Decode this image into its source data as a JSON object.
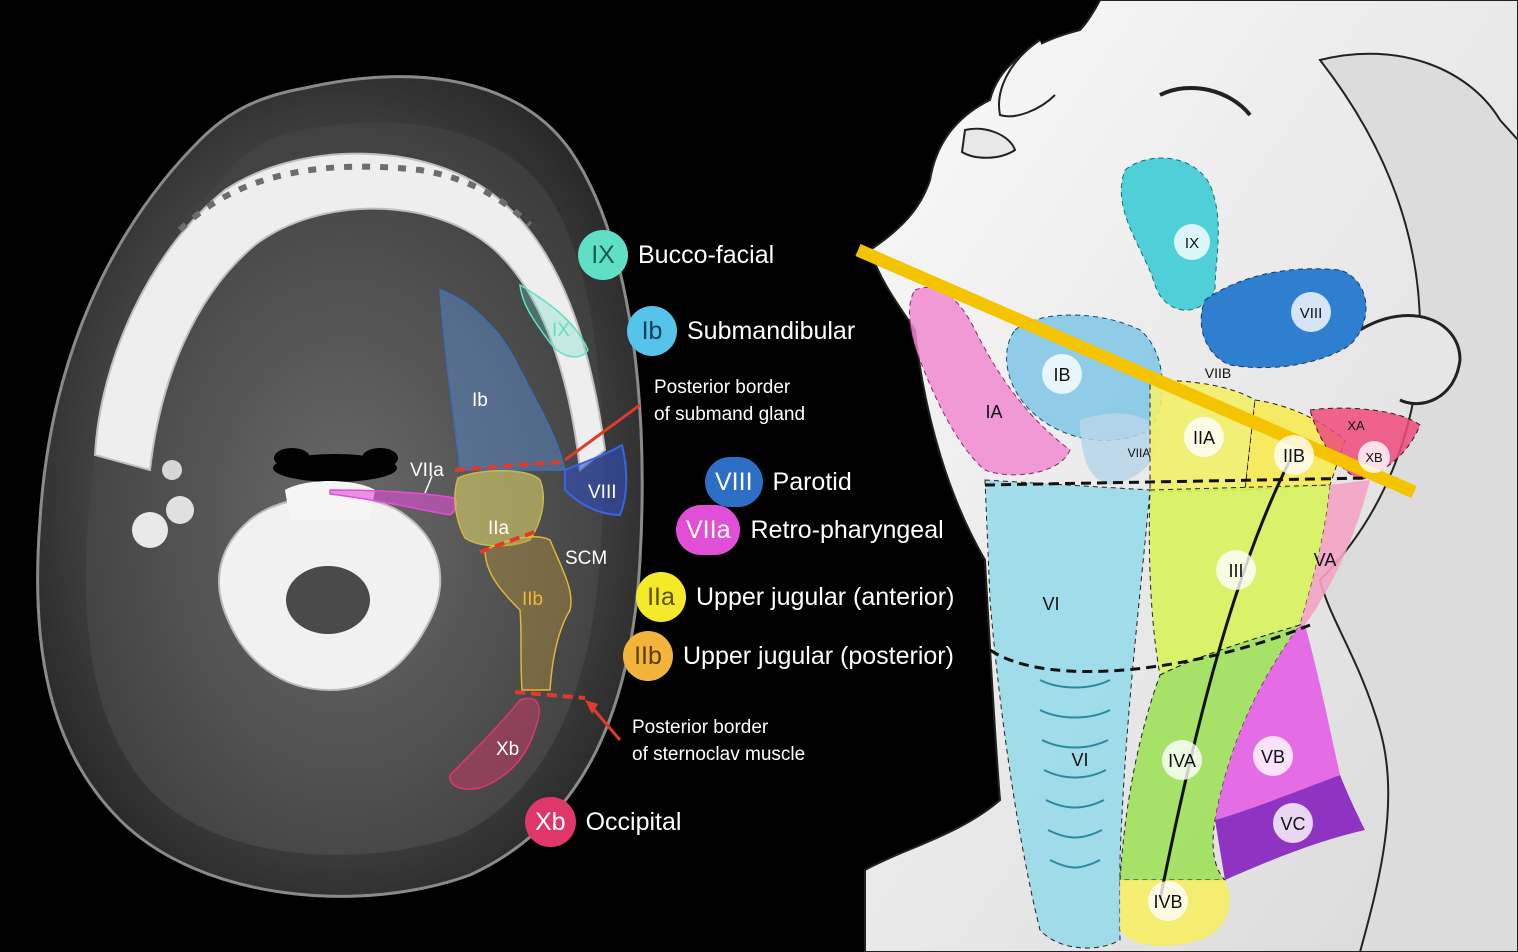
{
  "ct": {
    "labels": {
      "ix": "IX",
      "ib": "Ib",
      "viia": "VIIa",
      "viii": "VIII",
      "iia": "IIa",
      "scm": "SCM",
      "iib": "IIb",
      "xb": "Xb"
    },
    "annotations": {
      "submand_line1": "Posterior border",
      "submand_line2": "of submand gland",
      "sternoclav_line1": "Posterior border",
      "sternoclav_line2": "of sternoclav muscle"
    }
  },
  "legend": [
    {
      "code": "IX",
      "label": "Bucco-facial",
      "color": "#5fe0c6",
      "text_color": "#1a5a4c"
    },
    {
      "code": "Ib",
      "label": "Submandibular",
      "color": "#56c3ea",
      "text_color": "#0f3f58"
    },
    {
      "code": "VIII",
      "label": "Parotid",
      "color": "#2d6fc4",
      "text_color": "#ffffff"
    },
    {
      "code": "VIIa",
      "label": "Retro-pharyngeal",
      "color": "#e04fd6",
      "text_color": "#ffffff"
    },
    {
      "code": "IIa",
      "label": "Upper jugular (anterior)",
      "color": "#f5ea2a",
      "text_color": "#5a4e00"
    },
    {
      "code": "IIb",
      "label": "Upper jugular (posterior)",
      "color": "#f2b43a",
      "text_color": "#5a3a00"
    },
    {
      "code": "Xb",
      "label": "Occipital",
      "color": "#e0376b",
      "text_color": "#ffffff"
    }
  ],
  "illustration": {
    "labels": {
      "ix": "IX",
      "viii": "VIII",
      "viib": "VIIB",
      "ib": "IB",
      "ia": "IA",
      "viia": "VIIA",
      "iia": "IIA",
      "iib": "IIB",
      "xa": "XA",
      "xb": "XB",
      "vi_upper": "VI",
      "iii": "III",
      "va": "VA",
      "vi_lower": "VI",
      "iva": "IVA",
      "vb": "VB",
      "vc": "VC",
      "ivb": "IVB"
    },
    "colors": {
      "ix": "#4fd0d8",
      "viii": "#2f7fd0",
      "ib": "#7cc6e6",
      "ia": "#f08ad0",
      "iia": "#f3ef6a",
      "iib": "#f6ea52",
      "iii": "#d8f25c",
      "iva": "#9fe05a",
      "va": "#f4a2c4",
      "vb": "#e466e6",
      "vc": "#8a2ac0",
      "vi": "#8fd8ea",
      "ivb": "#f6ee66",
      "x": "#ee4a7a",
      "axis": "#f5c400"
    }
  }
}
